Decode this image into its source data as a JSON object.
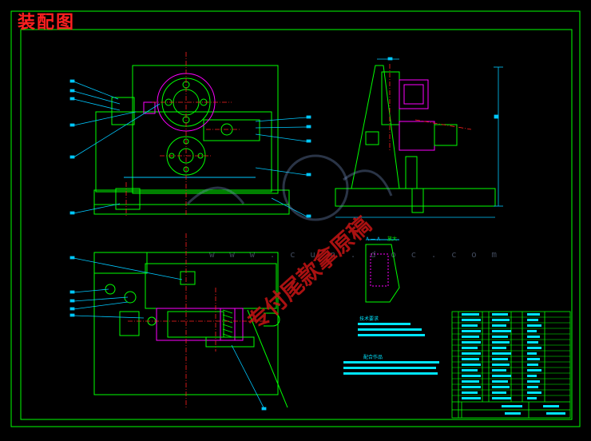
{
  "drawing": {
    "title": "装配图",
    "watermark": "专付尾款拿原稿",
    "watermark_url": "w w w . c u n . d o c . c o m",
    "section_label": "A — A",
    "section_scale": "放大",
    "tech_req_heading": "技术要求",
    "note_heading": "配合作品"
  },
  "colors": {
    "background": "#000000",
    "frame": "#00ff00",
    "outline": "#00ff00",
    "dimension": "#00c8ff",
    "part": "#ff00ff",
    "centerline": "#ff2020",
    "text_block": "#00e5ff",
    "title": "#ff2020"
  }
}
